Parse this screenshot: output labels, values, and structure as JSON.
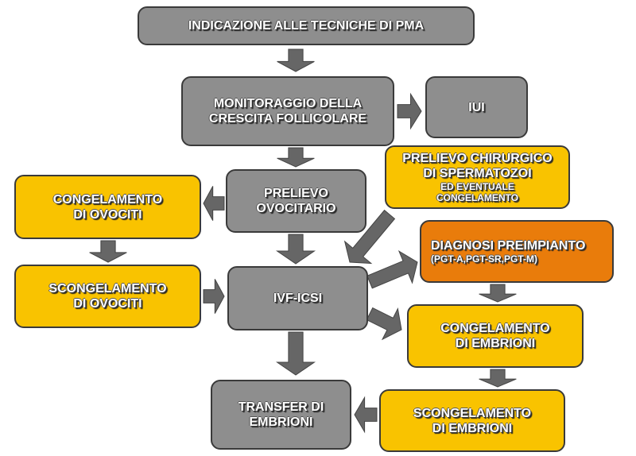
{
  "colors": {
    "gray": "#8e8e8e",
    "yellow": "#f9c300",
    "orange": "#e97c0b",
    "arrow": "#666666"
  },
  "boxes": {
    "indicazione": [
      "INDICAZIONE ALLE TECNICHE DI PMA"
    ],
    "monitoraggio": [
      "MONITORAGGIO DELLA",
      "CRESCITA FOLLICOLARE"
    ],
    "iui": [
      "IUI"
    ],
    "prelievo_chirurgico": [
      "PRELIEVO CHIRURGICO",
      "DI SPERMATOZOI",
      "ED EVENTUALE",
      "CONGELAMENTO"
    ],
    "congelamento_ovociti": [
      "CONGELAMENTO",
      "DI OVOCITI"
    ],
    "prelievo_ovocitario": [
      "PRELIEVO",
      "OVOCITARIO"
    ],
    "diagnosi": [
      "DIAGNOSI PREIMPIANTO",
      "(PGT-A,PGT-SR,PGT-M)"
    ],
    "scongelamento_ovociti": [
      "SCONGELAMENTO",
      "DI OVOCITI"
    ],
    "ivf": [
      "IVF-ICSI"
    ],
    "congelamento_embrioni": [
      "CONGELAMENTO",
      "DI EMBRIONI"
    ],
    "transfer": [
      "TRANSFER DI",
      "EMBRIONI"
    ],
    "scongelamento_embrioni": [
      "SCONGELAMENTO",
      "DI EMBRIONI"
    ]
  }
}
